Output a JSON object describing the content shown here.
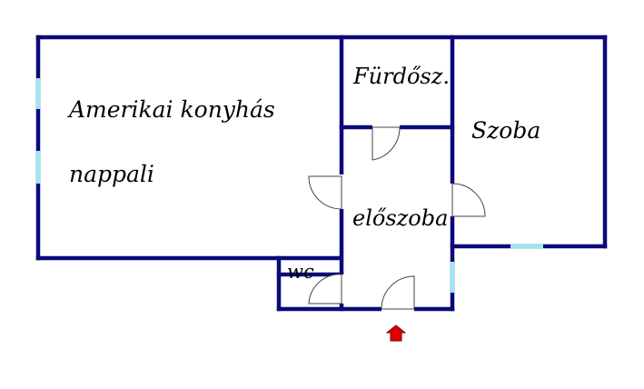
{
  "rooms": {
    "living_line1": "Amerikai konyhás",
    "living_line2": "nappali",
    "bathroom": "Fürdősz.",
    "room": "Szoba",
    "hall": "előszoba",
    "wc": "wc"
  },
  "colors": {
    "wall": "#0a0a7a",
    "window": "#9ee6ee",
    "entrance_arrow": "#e00000",
    "door_outline": "#444444"
  },
  "icons": {
    "entrance": "entrance-arrow-icon"
  }
}
